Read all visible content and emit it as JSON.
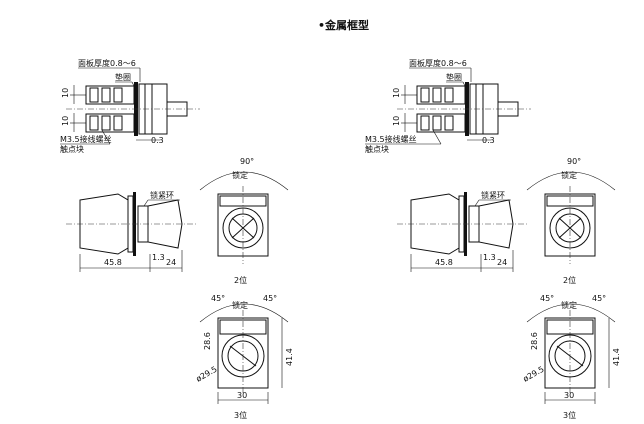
{
  "title": "•金属框型",
  "labels": {
    "panel_thickness": "面板厚度0.8～6",
    "gasket": "垫圈",
    "terminal_screw": "M3.5接线螺丝",
    "contact_block": "触点块",
    "lock_ring": "锁紧环",
    "lock": "锁定",
    "pos2": "2位",
    "pos3": "3位"
  },
  "dims": {
    "d10": "10",
    "d0_3": "0.3",
    "d45_8": "45.8",
    "d1_3": "1.3",
    "d24": "24",
    "d30": "30",
    "d41_4": "41.4",
    "d28_6": "28.6",
    "d29_5": "ø29.5",
    "a90": "90°",
    "a45": "45°"
  }
}
